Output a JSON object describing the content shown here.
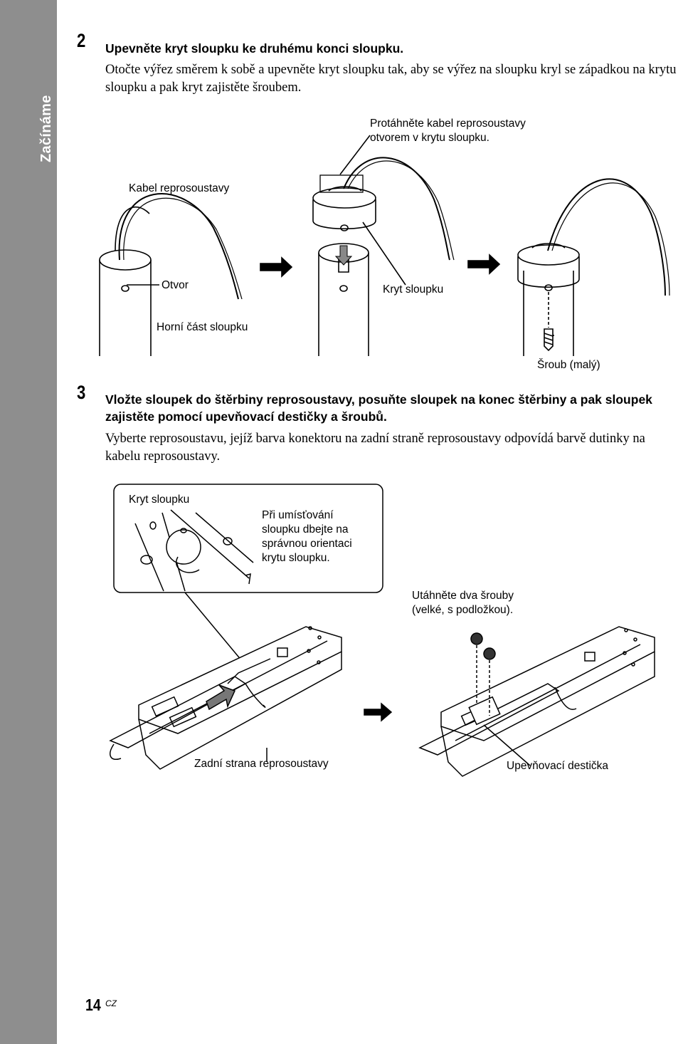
{
  "sidebar": {
    "section": "Začínáme"
  },
  "step2": {
    "number": "2",
    "title": "Upevněte kryt sloupku ke druhému konci sloupku.",
    "text": "Otočte výřez směrem k sobě a upevněte kryt sloupku tak, aby se výřez na sloupku kryl se západkou na krytu sloupku a pak kryt zajistěte šroubem."
  },
  "figure1": {
    "pull_cable": [
      "Protáhněte kabel reprosoustavy",
      "otvorem v krytu sloupku."
    ],
    "speaker_cable": "Kabel reprosoustavy",
    "hole": "Otvor",
    "pole_cover": "Kryt sloupku",
    "pole_top": "Horní část sloupku",
    "screw_small": "Šroub (malý)"
  },
  "step3": {
    "number": "3",
    "title": "Vložte sloupek do štěrbiny reprosoustavy, posuňte sloupek na konec štěrbiny a pak sloupek zajistěte pomocí upevňovací destičky a šroubů.",
    "text": "Vyberte reprosoustavu, jejíž barva konektoru na zadní straně reprosoustavy odpovídá barvě dutinky na kabelu reprosoustavy."
  },
  "figure2": {
    "pole_cover": "Kryt sloupku",
    "orientation_note": [
      "Při umísťování",
      "sloupku dbejte na",
      "správnou orientaci",
      "krytu sloupku."
    ],
    "tighten_screws": [
      "Utáhněte dva šrouby",
      "(velké, s podložkou)."
    ],
    "speaker_back": "Zadní strana reprosoustavy",
    "fixing_plate": "Upevňovací destička"
  },
  "footer": {
    "page_number": "14",
    "page_suffix": "CZ"
  }
}
